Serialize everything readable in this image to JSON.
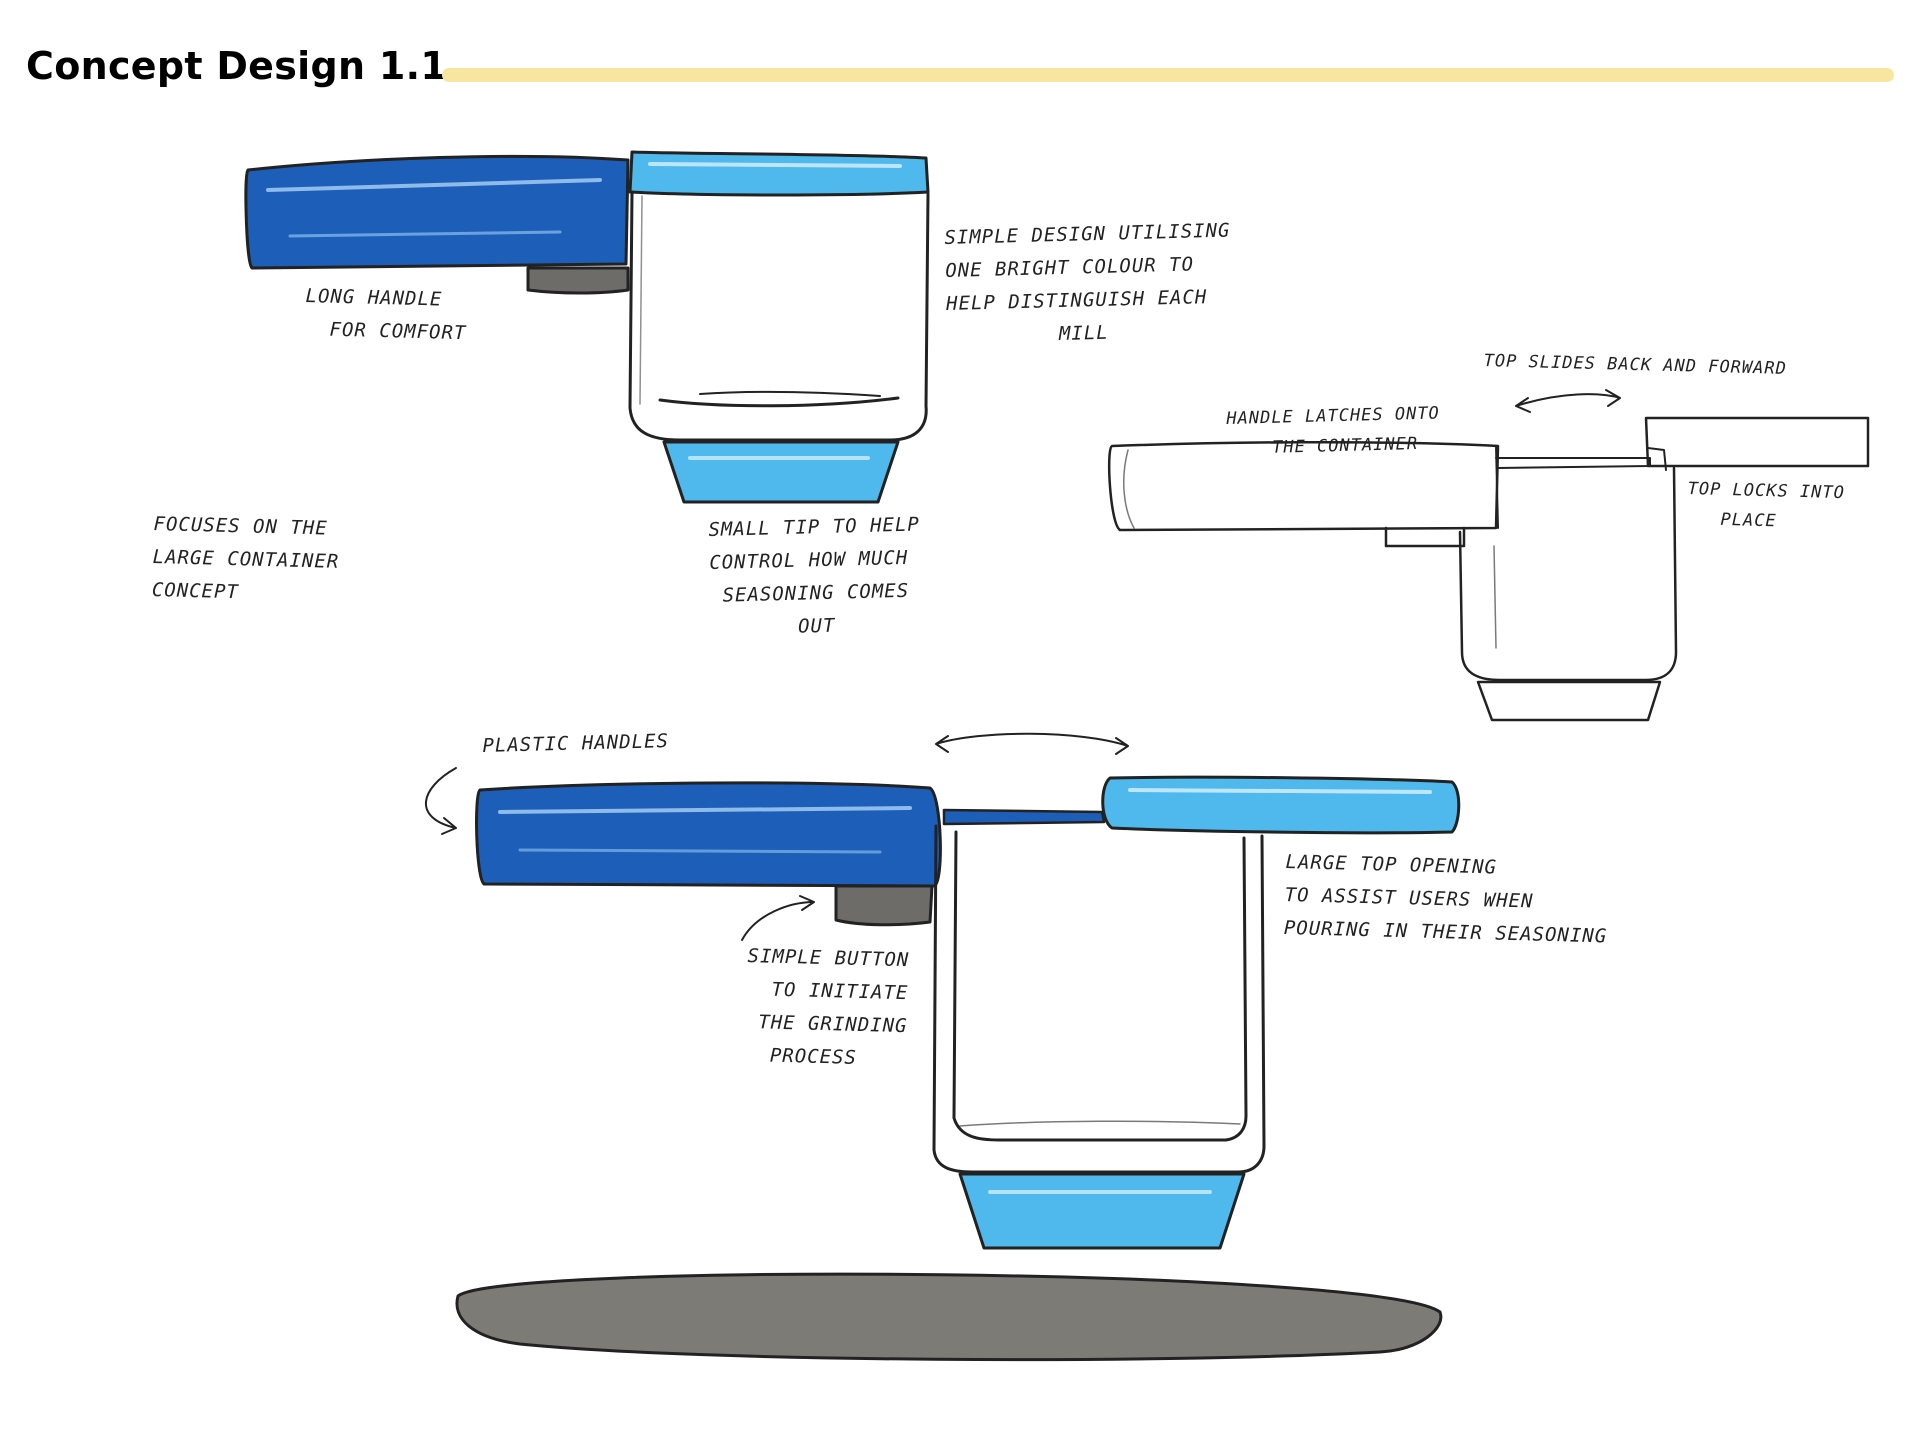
{
  "page": {
    "title": "Concept Design 1.1"
  },
  "colors": {
    "title_rule": "#f8e6a0",
    "dark_blue": "#1d5fb8",
    "light_blue": "#4fb8ec",
    "button_grey": "#6e6c68",
    "base_grey": "#7d7b75",
    "outline": "#222222"
  },
  "annotations": {
    "long_handle": "LONG HANDLE\n  FOR COMFORT",
    "simple_design": "SIMPLE DESIGN UTILISING\nONE BRIGHT COLOUR TO\nHELP DISTINGUISH EACH\n         MILL",
    "focuses": "FOCUSES ON THE\nLARGE CONTAINER\nCONCEPT",
    "small_tip": "SMALL TIP TO HELP\nCONTROL HOW MUCH\n SEASONING COMES\n       OUT",
    "top_slides": "TOP SLIDES BACK AND FORWARD",
    "handle_latches": "HANDLE LATCHES ONTO\n    THE CONTAINER",
    "top_locks": "TOP LOCKS INTO\n   PLACE",
    "plastic_handles": "PLASTIC HANDLES",
    "large_top": "LARGE TOP OPENING\nTO ASSIST USERS WHEN\nPOURING IN THEIR SEASONING",
    "simple_button": "SIMPLE BUTTON\n  TO INITIATE\n THE GRINDING\n  PROCESS"
  }
}
